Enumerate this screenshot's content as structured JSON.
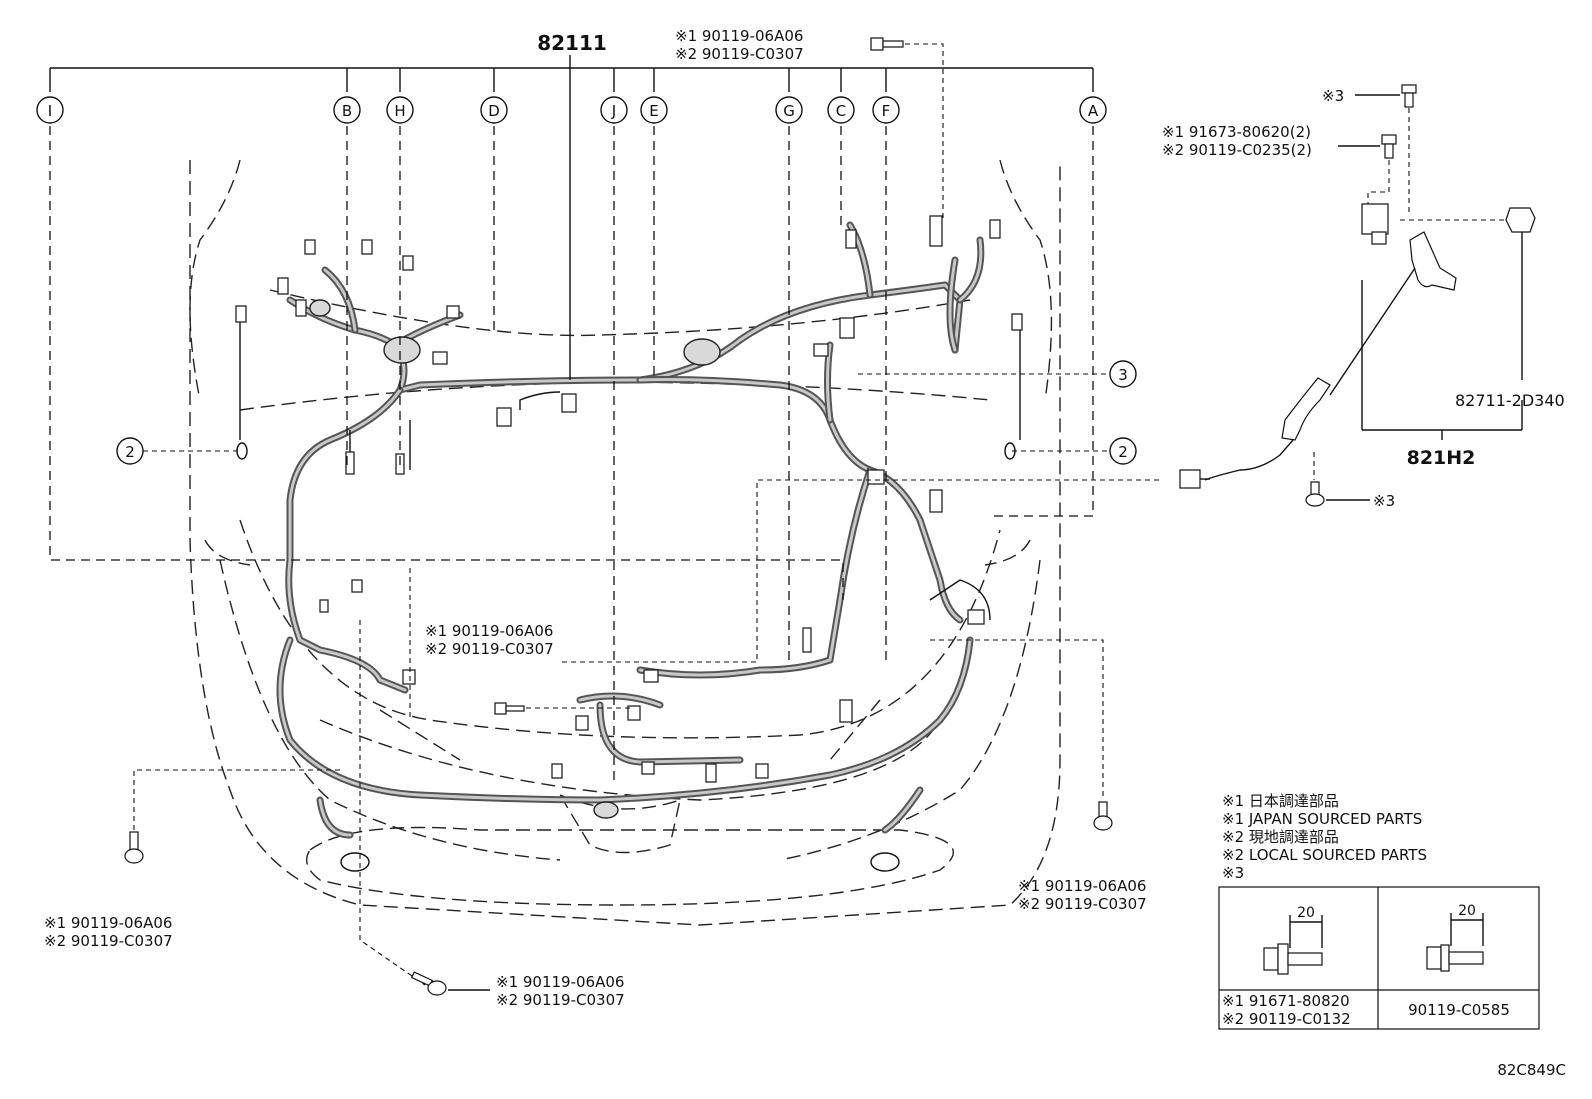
{
  "diagram": {
    "main_part": "82111",
    "harness_letters": [
      "I",
      "B",
      "H",
      "D",
      "J",
      "E",
      "G",
      "C",
      "F",
      "A"
    ],
    "callouts": {
      "two_left": "2",
      "two_right": "2",
      "three": "3"
    },
    "top_bolt": {
      "l1": "※1 90119-06A06",
      "l2": "※2 90119-C0307"
    },
    "center_bolt": {
      "l1": "※1 90119-06A06",
      "l2": "※2 90119-C0307"
    },
    "left_bolt": {
      "l1": "※1 90119-06A06",
      "l2": "※2 90119-C0307"
    },
    "bottom_bolt": {
      "l1": "※1 90119-06A06",
      "l2": "※2 90119-C0307"
    },
    "right_bolt": {
      "l1": "※1 90119-06A06",
      "l2": "※2 90119-C0307"
    },
    "sensor": {
      "top_mark": "※3",
      "bolt_l1": "※1 91673-80620(2)",
      "bolt_l2": "※2 90119-C0235(2)",
      "part_clip": "82711-2D340",
      "part_assy": "821H2",
      "bottom_mark": "※3"
    },
    "legend": {
      "line1": "※1 日本調達部品",
      "line2": "※1 JAPAN SOURCED PARTS",
      "line3": "※2 現地調達部品",
      "line4": "※2 LOCAL SOURCED PARTS",
      "line5": "※3"
    },
    "table": {
      "dim_left": "20",
      "dim_right": "20",
      "left_p1": "※1 91671-80820",
      "left_p2": "※2 90119-C0132",
      "right_p": "90119-C0585"
    },
    "figure_code": "82C849C"
  }
}
